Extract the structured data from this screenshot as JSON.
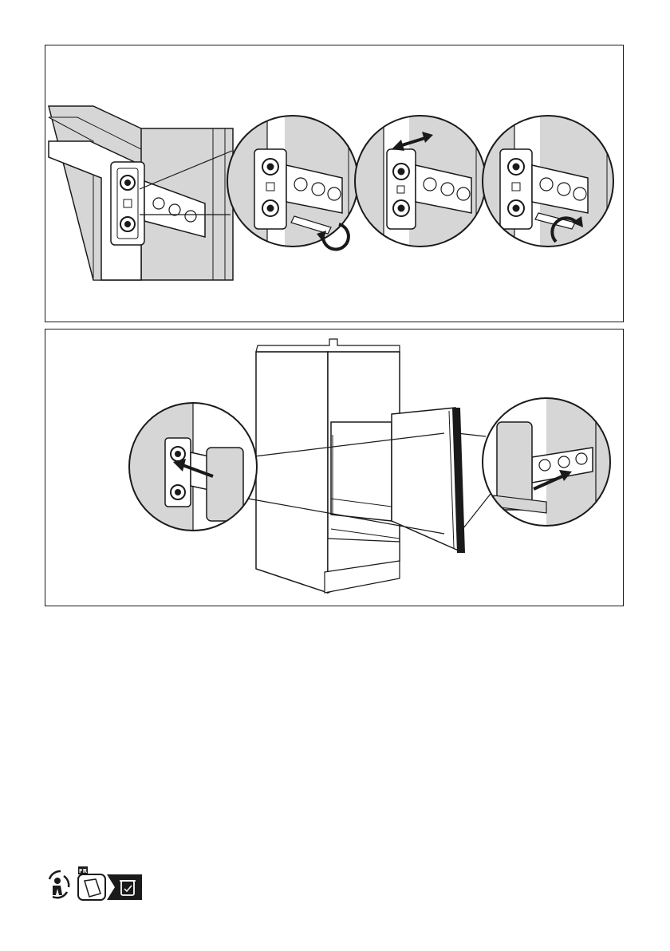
{
  "figures": [
    {
      "id": "hinge-adjustment",
      "steps": [
        "loosen-screw",
        "slide-hinge",
        "tighten-screw"
      ]
    },
    {
      "id": "hinge-cover-installation",
      "steps": [
        "attach-left-cover",
        "attach-right-cover"
      ]
    }
  ],
  "recycling_marking": {
    "country_code": "FR",
    "icons": [
      "triman-icon",
      "paper-sorting-icon",
      "recycling-bin-icon"
    ]
  },
  "colors": {
    "line": "#1a1a1a",
    "wall_fill": "#d6d6d6",
    "white": "#ffffff"
  }
}
